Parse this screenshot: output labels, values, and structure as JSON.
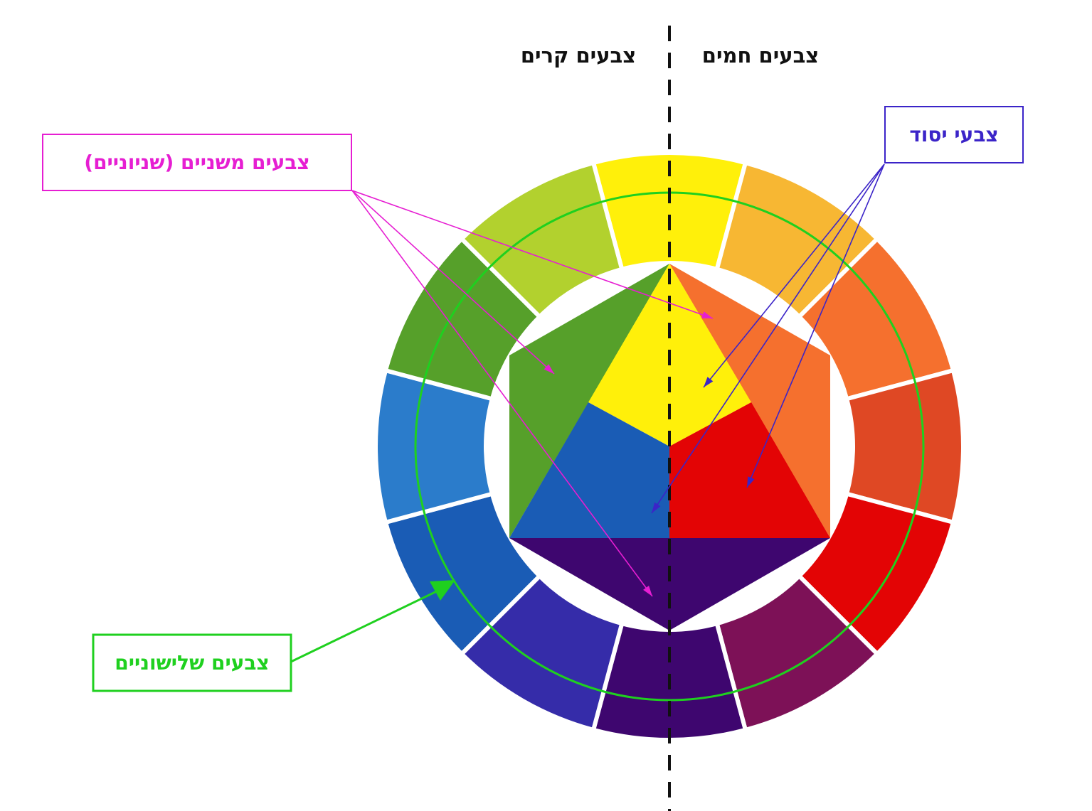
{
  "labels": {
    "cool": "צבעים קרים",
    "warm": "צבעים חמים",
    "primary": "צבעי יסוד",
    "secondary": "צבעים משניים (שניוניים)",
    "tertiary": "צבעים שלישוניים"
  },
  "colors": {
    "primary_label": "#3b24c8",
    "secondary_label": "#e61ed2",
    "tertiary_label": "#1fd01f",
    "divider": "#111111",
    "gap": "#ffffff"
  },
  "wheel": {
    "segments": [
      {
        "name": "yellow",
        "color": "#fff00a"
      },
      {
        "name": "yellow-orange",
        "color": "#f7b733"
      },
      {
        "name": "orange",
        "color": "#f5702e"
      },
      {
        "name": "red-orange",
        "color": "#df4824"
      },
      {
        "name": "red",
        "color": "#e30405"
      },
      {
        "name": "red-violet",
        "color": "#7d1157"
      },
      {
        "name": "violet",
        "color": "#3e066f"
      },
      {
        "name": "blue-violet",
        "color": "#352ca9"
      },
      {
        "name": "blue",
        "color": "#1a5cb5"
      },
      {
        "name": "blue-light",
        "color": "#2b7ccb"
      },
      {
        "name": "green",
        "color": "#56a02a"
      },
      {
        "name": "yellow-green",
        "color": "#b2d12e"
      }
    ]
  },
  "center": {
    "yellow": "#fff00a",
    "red": "#e30405",
    "blue": "#1a5cb5",
    "orange": "#f5702e",
    "green": "#56a02a",
    "violet": "#3e066f"
  }
}
